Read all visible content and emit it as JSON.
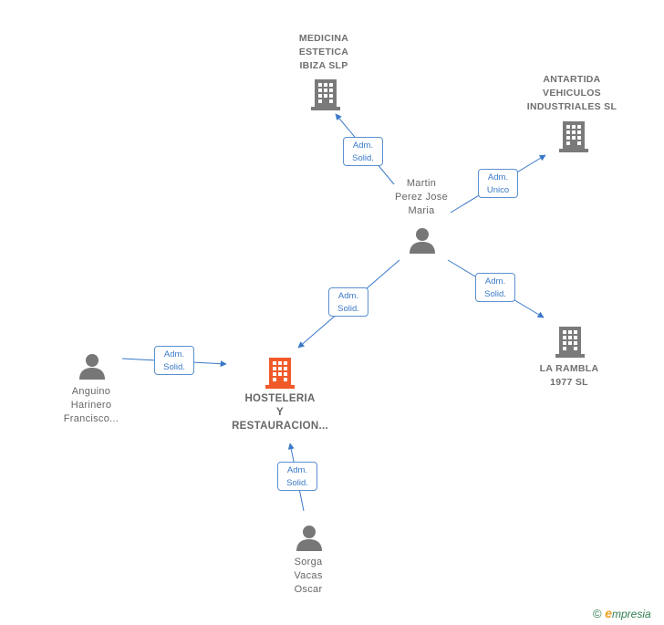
{
  "colors": {
    "edge": "#3a78c8",
    "company": "#7a7a7a",
    "focus": "#f05a28",
    "person": "#777777"
  },
  "nodes": {
    "medicina": {
      "label": "MEDICINA\nESTETICA\nIBIZA SLP",
      "icon": "building-icon"
    },
    "antartida": {
      "label": "ANTARTIDA\nVEHICULOS\nINDUSTRIALES SL",
      "icon": "building-icon"
    },
    "martin": {
      "label": "Martin\nPerez Jose\nMaria",
      "icon": "person-icon"
    },
    "rambla": {
      "label": "LA RAMBLA\n1977  SL",
      "icon": "building-icon"
    },
    "hosteleria": {
      "label": "HOSTELERIA\nY\nRESTAURACION...",
      "icon": "building-icon"
    },
    "anguino": {
      "label": "Anguino\nHarinero\nFrancisco...",
      "icon": "person-icon"
    },
    "sorga": {
      "label": "Sorga\nVacas\nOscar",
      "icon": "person-icon"
    }
  },
  "edges": {
    "martin_medicina": {
      "line1": "Adm.",
      "line2": "Solid."
    },
    "martin_antartida": {
      "line1": "Adm.",
      "line2": "Unico"
    },
    "martin_hosteleria": {
      "line1": "Adm.",
      "line2": "Solid."
    },
    "martin_rambla": {
      "line1": "Adm.",
      "line2": "Solid."
    },
    "anguino_hosteleria": {
      "line1": "Adm.",
      "line2": "Solid."
    },
    "sorga_hosteleria": {
      "line1": "Adm.",
      "line2": "Solid."
    }
  },
  "footer": {
    "copyright": "©",
    "brand_initial": "e",
    "brand_rest": "mpresia"
  }
}
